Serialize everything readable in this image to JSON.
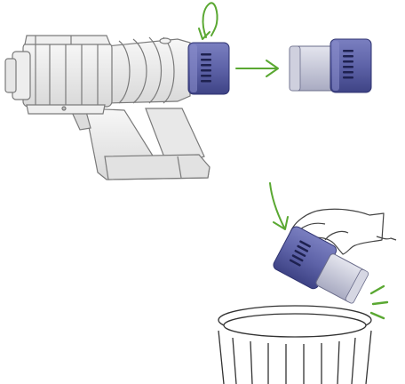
{
  "diagram": {
    "steps": [
      {
        "id": "twist-filter-off",
        "instruction": ""
      },
      {
        "id": "pull-filter-out",
        "instruction": ""
      },
      {
        "id": "tap-filter-over-bin",
        "instruction": ""
      }
    ],
    "colors": {
      "arrow": "#5aa832",
      "filter_body": "#5e63a8",
      "filter_shadow": "#3e4385",
      "filter_light": "#c2c4d6",
      "vacuum_body": "#ececec",
      "outline": "#7a7a7a",
      "bin": "#ffffff"
    },
    "icons": [
      "rotate-arrow-icon",
      "right-arrow-icon",
      "down-arrow-icon",
      "tap-motion-lines-icon"
    ]
  }
}
